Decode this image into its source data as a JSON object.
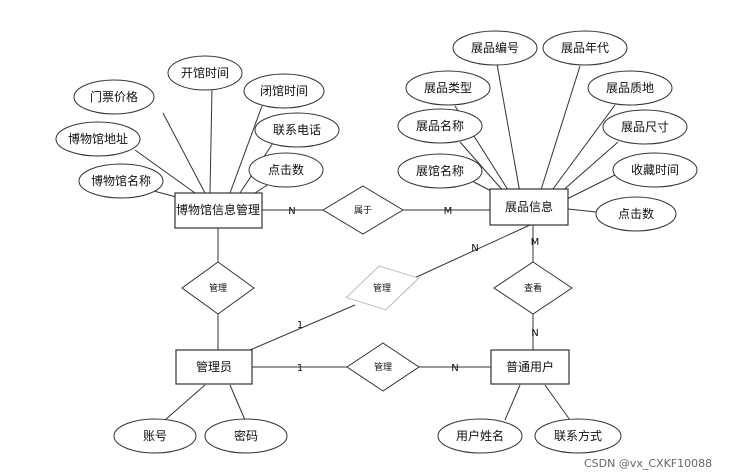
{
  "entities": {
    "museum": "博物馆信息管理",
    "exhibit": "展品信息",
    "admin": "管理员",
    "user": "普通用户"
  },
  "attributes": {
    "museum_price": "门票价格",
    "museum_open": "开馆时间",
    "museum_close": "闭馆时间",
    "museum_address": "博物馆地址",
    "museum_phone": "联系电话",
    "museum_name": "博物馆名称",
    "museum_clicks": "点击数",
    "exhibit_number": "展品编号",
    "exhibit_era": "展品年代",
    "exhibit_type": "展品类型",
    "exhibit_material": "展品质地",
    "exhibit_name": "展品名称",
    "exhibit_size": "展品尺寸",
    "exhibit_hall": "展馆名称",
    "exhibit_collect_time": "收藏时间",
    "exhibit_clicks": "点击数",
    "admin_account": "账号",
    "admin_password": "密码",
    "user_name": "用户姓名",
    "user_contact": "联系方式"
  },
  "relationships": {
    "belongs": "属于",
    "admin_museum": "管理",
    "admin_exhibit": "管理",
    "user_view": "查看",
    "admin_user": "管理"
  },
  "cardinalities": {
    "belongs_museum": "N",
    "belongs_exhibit": "M",
    "admin_exhibit_admin": "1",
    "admin_exhibit_exhibit": "N",
    "view_exhibit": "M",
    "view_user": "N",
    "admin_user_admin": "1",
    "admin_user_user": "N"
  },
  "watermark": "CSDN @vx_CXKF10088"
}
